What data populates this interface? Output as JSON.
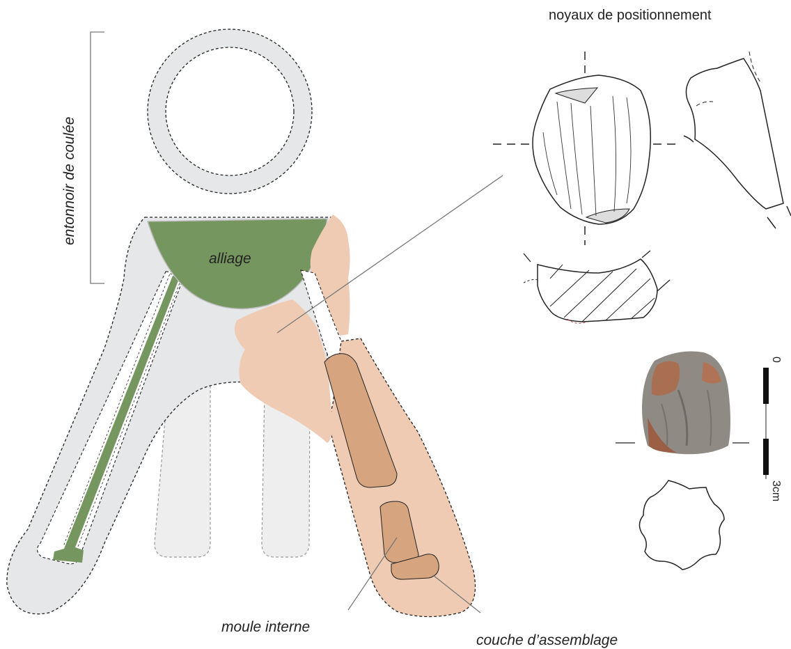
{
  "labels": {
    "funnel": "entonnoir de coulée",
    "alloy": "alliage",
    "positioning_cores": "noyaux de positionnement",
    "inner_mould": "moule interne",
    "assembly_layer": "couche d’assemblage"
  },
  "scale_bar": {
    "start": "0",
    "end": "3cm"
  },
  "colors": {
    "mould_grey": "#e6e7e8",
    "mould_grey_light": "#eeeeee",
    "alloy_green": "#76965f",
    "clay_pink": "#efcbb4",
    "core_brown": "#d6a47f",
    "outline": "#222222",
    "leader": "#777777"
  }
}
